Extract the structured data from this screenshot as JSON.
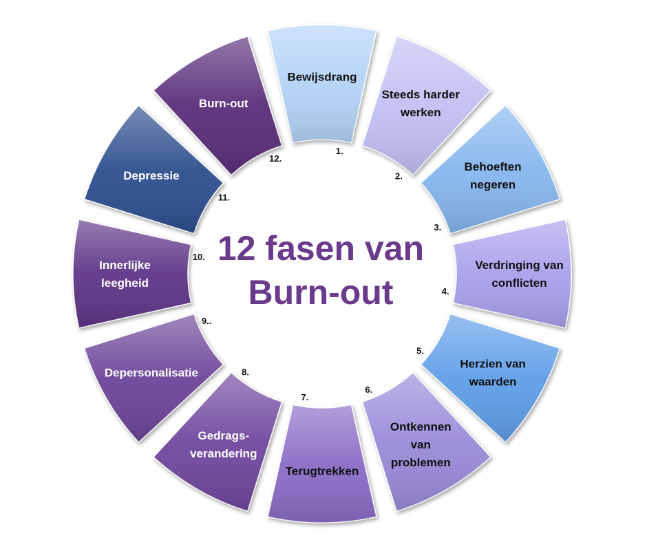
{
  "title": {
    "line1": "12 fasen van",
    "line2": "Burn-out",
    "color": "#6b3a8c"
  },
  "phases": [
    {
      "number": "1.",
      "label": [
        "Bewijsdrang"
      ],
      "color": "#b3d3f7",
      "text_color": "#111111"
    },
    {
      "number": "2.",
      "label": [
        "Steeds harder",
        "werken"
      ],
      "color": "#c1c0f3",
      "text_color": "#111111"
    },
    {
      "number": "3.",
      "label": [
        "Behoeften",
        "negeren"
      ],
      "color": "#86b6ee",
      "text_color": "#111111"
    },
    {
      "number": "4.",
      "label": [
        "Verdringing van",
        "conflicten"
      ],
      "color": "#a9a0ec",
      "text_color": "#111111"
    },
    {
      "number": "5.",
      "label": [
        "Herzien van",
        "waarden"
      ],
      "color": "#5f9ee8",
      "text_color": "#111111"
    },
    {
      "number": "6.",
      "label": [
        "Ontkennen",
        "van",
        "problemen"
      ],
      "color": "#9a8ad9",
      "text_color": "#111111"
    },
    {
      "number": "7.",
      "label": [
        "Terugtrekken"
      ],
      "color": "#8a6cc6",
      "text_color": "#111111"
    },
    {
      "number": "8.",
      "label": [
        "Gedrags-",
        "verandering"
      ],
      "color": "#6f479e",
      "text_color": "#ffffff"
    },
    {
      "number": "9..",
      "label": [
        "Depersonalisatie"
      ],
      "color": "#6d4599",
      "text_color": "#ffffff"
    },
    {
      "number": "10.",
      "label": [
        "Innerlijke",
        "leegheid"
      ],
      "color": "#5f3488",
      "text_color": "#ffffff"
    },
    {
      "number": "11.",
      "label": [
        "Depressie"
      ],
      "color": "#2f4f8f",
      "text_color": "#ffffff"
    },
    {
      "number": "12.",
      "label": [
        "Burn-out"
      ],
      "color": "#5a2d7a",
      "text_color": "#ffffff"
    }
  ]
}
